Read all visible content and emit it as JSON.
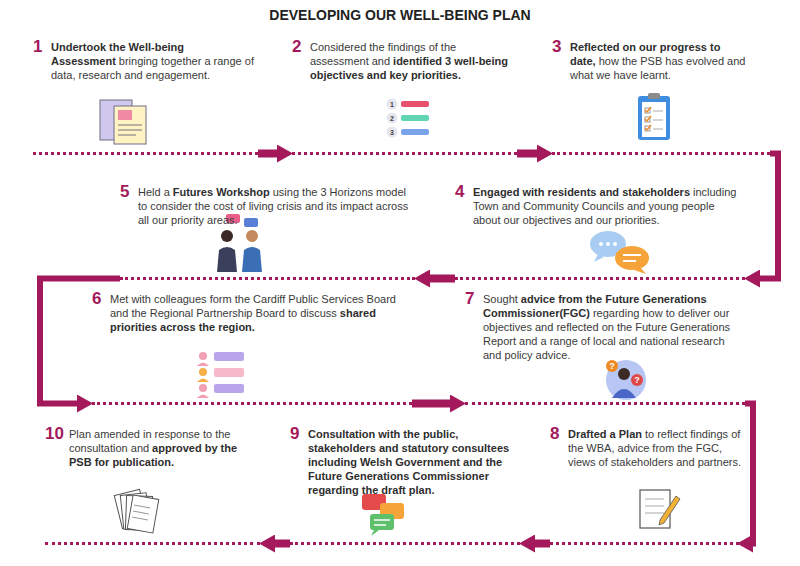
{
  "diagram": {
    "title": "DEVELOPING OUR WELL-BEING PLAN",
    "nodes": [
      {
        "text": [
          "1",
          "Undertook the Well-being Assessment",
          "bringing together a range of data, research and engagement."
        ]
      },
      {
        "text": [
          "2",
          "Considered the findings of the assessment and",
          "identified 3 well-being objectives and key priorities."
        ]
      },
      {
        "text": [
          "3",
          "Reflected on our progress to date,",
          "how the PSB has evolved and what we have learnt."
        ]
      },
      {
        "text": [
          "4",
          "Engaged with residents and stakeholders",
          "including Town and Community Councils and young people about our objectives and our priorities."
        ]
      },
      {
        "text": [
          "5",
          "Held a",
          "Futures Workshop",
          "using the 3 Horizons model to consider the cost of living crisis and its impact across all our priority areas."
        ]
      },
      {
        "text": [
          "6",
          "Met with colleagues form the Cardiff Public Services Board and the Regional Partnership Board to discuss",
          "shared priorities across the region."
        ]
      },
      {
        "text": [
          "7",
          "Sought",
          "advice from the Future Generations Commissioner(FGC)",
          "regarding how to deliver our objectives and reflected on the Future Generations Report and a range of local and national research and policy advice."
        ]
      },
      {
        "text": [
          "8",
          "Drafted a Plan",
          "to reflect findings of the WBA, advice from the FGC, views of stakeholders and partners."
        ]
      },
      {
        "text": [
          "9",
          "Consultation with the public, stakeholders and statutory consultees including Welsh Government and the Future Generations Commissioner regarding the draft plan."
        ]
      },
      {
        "text": [
          "10",
          "Plan amended in response to the consultation and",
          "approved by the PSB for publication."
        ]
      }
    ],
    "edges": [
      {
        "from": 0,
        "to": 1,
        "arrow": "to"
      },
      {
        "from": 1,
        "to": 2,
        "arrow": "to"
      },
      {
        "from": 2,
        "to": 3,
        "arrow": "to"
      },
      {
        "from": 3,
        "to": 4,
        "arrow": "to"
      },
      {
        "from": 4,
        "to": 5,
        "arrow": "to"
      },
      {
        "from": 5,
        "to": 6,
        "arrow": "to"
      },
      {
        "from": 6,
        "to": 7,
        "arrow": "to"
      },
      {
        "from": 7,
        "to": 8,
        "arrow": "to"
      },
      {
        "from": 8,
        "to": 9,
        "arrow": "to"
      }
    ],
    "labels": [
      "1",
      "2",
      "3",
      "?",
      "?"
    ]
  }
}
